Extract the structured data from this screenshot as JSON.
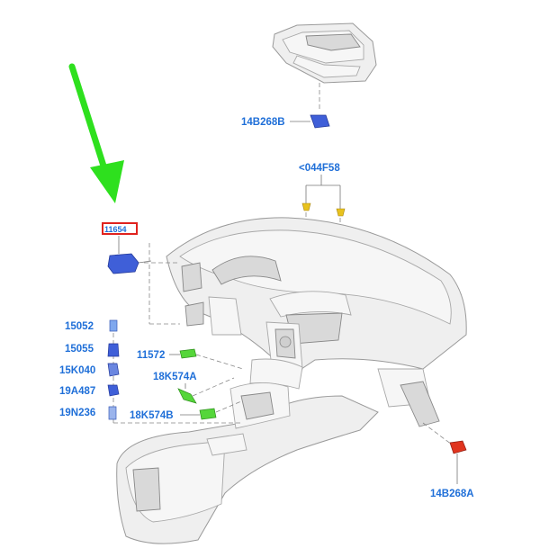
{
  "diagram": {
    "labels": {
      "overhead_switch": "14B268B",
      "bolt_group": "<044F58",
      "hidden_module": "11654",
      "screw_15052": "15052",
      "part_15055": "15055",
      "part_15k040": "15K040",
      "part_19a487": "19A487",
      "part_19n236": "19N236",
      "part_11572": "11572",
      "part_18k574a": "18K574A",
      "part_18k574b": "18K574B",
      "lower_switch": "14B268A"
    },
    "colors": {
      "label_text": "#1f6fd8",
      "arrow": "#2ee01e",
      "blue_part": "#3f5fd8",
      "green_part": "#55d63a",
      "yellow_part": "#e8c21e",
      "red_part": "#e0341e",
      "highlight_box": "#e0221e"
    }
  }
}
